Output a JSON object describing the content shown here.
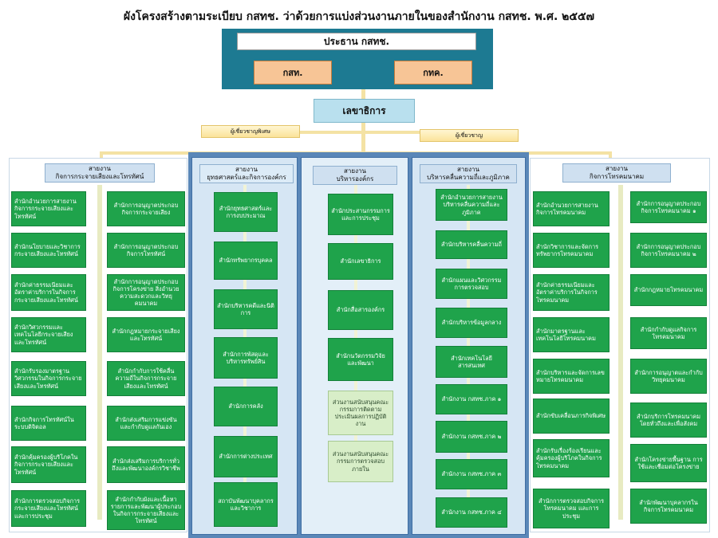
{
  "title": "ผังโครงสร้างตามระเบียบ กสทช. ว่าด้วยการแบ่งส่วนงานภายในของสำนักงาน กสทช. พ.ศ. ๒๕๕๗",
  "chairman": "ประธาน กสทช.",
  "boards": [
    "กสท.",
    "กทค."
  ],
  "secretary_general": "เลขาธิการ",
  "advisors": {
    "special": "ผู้เชี่ยวชาญพิเศษ",
    "regular": "ผู้เชี่ยวชาญ"
  },
  "colors": {
    "panel_teal": "#1d7a92",
    "board": "#f7c596",
    "office_green": "#1fa34b",
    "light_green": "#d8eec8",
    "blue_frame": "#5a87b8"
  },
  "lines": {
    "broadcasting": {
      "header": [
        "สายงาน",
        "กิจการกระจายเสียงและโทรทัศน์"
      ],
      "left": [
        "สำนักอำนวยการสายงานกิจการกระจายเสียงและโทรทัศน์",
        "สำนักนโยบายและวิชาการกระจายเสียงและโทรทัศน์",
        "สำนักค่าธรรมเนียมและอัตราค่าบริการในกิจการกระจายเสียงและโทรทัศน์",
        "สำนักวิศวกรรมและเทคโนโลยีกระจายเสียงและโทรทัศน์",
        "สำนักรับรองมาตรฐานวิศวกรรมในกิจการกระจายเสียงและโทรทัศน์",
        "สำนักกิจการโทรทัศน์ในระบบดิจิตอล",
        "สำนักคุ้มครองผู้บริโภคในกิจการกระจายเสียงและโทรทัศน์",
        "สำนักการตรวจสอบกิจการกระจายเสียงและโทรทัศน์และการประชุม"
      ],
      "right": [
        "สำนักการอนุญาตประกอบกิจการกระจายเสียง",
        "สำนักการอนุญาตประกอบกิจการโทรทัศน์",
        "สำนักการอนุญาตประกอบกิจการโครงข่าย สิ่งอำนวยความสะดวกและวิทยุคมนาคม",
        "สำนักกฎหมายกระจายเสียงและโทรทัศน์",
        "สำนักกำกับการใช้คลื่นความถี่ในกิจการกระจายเสียงและโทรทัศน์",
        "สำนักส่งเสริมการแข่งขันและกำกับดูแลกันเอง",
        "สำนักส่งเสริมการบริการทั่วถึงและพัฒนาองค์กรวิชาชีพ",
        "สำนักกำกับผังและเนื้อหารายการและพัฒนาผู้ประกอบในกิจการกระจายเสียงและโทรทัศน์"
      ]
    },
    "strategy": {
      "header": [
        "สายงาน",
        "ยุทธศาสตร์และกิจการองค์กร"
      ],
      "items": [
        "สำนักยุทธศาสตร์และการงบประมาณ",
        "สำนักทรัพยากรบุคคล",
        "สำนักบริหารคดีและนิติการ",
        "สำนักการพัสดุและบริหารทรัพย์สิน",
        "สำนักการคลัง",
        "สำนักการต่างประเทศ",
        "สถาบันพัฒนาบุคลากรและวิชาการ"
      ]
    },
    "administration": {
      "header": [
        "สายงาน",
        "บริหารองค์กร"
      ],
      "items": [
        "สำนักประสานกรรมการและการประชุม",
        "สำนักเลขาธิการ",
        "สำนักสื่อสารองค์กร",
        "สำนักนวัตกรรมวิจัยและพัฒนา"
      ],
      "support": [
        "ส่วนงานสนับสนุนคณะกรรมการติดตามประเมินผลการปฏิบัติงาน",
        "ส่วนงานสนับสนุนคณะกรรมการตรวจสอบภายใน"
      ]
    },
    "spectrum": {
      "header": [
        "สายงาน",
        "บริหารคลื่นความถี่และภูมิภาค"
      ],
      "items": [
        "สำนักอำนวยการสายงานบริหารคลื่นความถี่และภูมิภาค",
        "สำนักบริหารคลื่นความถี่",
        "สำนักแผนและวิศวกรรมการตรวจสอบ",
        "สำนักบริหารข้อมูลกลาง",
        "สำนักเทคโนโลยีสารสนเทศ",
        "สำนักงาน กสทช.ภาค ๑",
        "สำนักงาน กสทช.ภาค ๒",
        "สำนักงาน กสทช.ภาค ๓",
        "สำนักงาน กสทช.ภาค ๔"
      ]
    },
    "telecom": {
      "header": [
        "สายงาน",
        "กิจการโทรคมนาคม"
      ],
      "left": [
        "สำนักอำนวยการสายงานกิจการโทรคมนาคม",
        "สำนักวิชาการและจัดการทรัพยากรโทรคมนาคม",
        "สำนักค่าธรรมเนียมและอัตราค่าบริการในกิจการโทรคมนาคม",
        "สำนักมาตรฐานและเทคโนโลยีโทรคมนาคม",
        "สำนักบริหารและจัดการเลขหมายโทรคมนาคม",
        "สำนักขับเคลื่อนภารกิจพิเศษ",
        "สำนักรับเรื่องร้องเรียนและคุ้มครองผู้บริโภคในกิจการโทรคมนาคม",
        "สำนักการตรวจสอบกิจการโทรคมนาคม และการประชุม"
      ],
      "right": [
        "สำนักการอนุญาตประกอบกิจการโทรคมนาคม ๑",
        "สำนักการอนุญาตประกอบกิจการโทรคมนาคม ๒",
        "สำนักกฎหมายโทรคมนาคม",
        "สำนักกำกับดูแลกิจการโทรคมนาคม",
        "สำนักการอนุญาตและกำกับวิทยุคมนาคม",
        "สำนักบริการโทรคมนาคมโดยทั่วถึงและเพื่อสังคม",
        "สำนักโครงข่ายพื้นฐาน การใช้และเชื่อมต่อโครงข่าย",
        "สำนักพัฒนาบุคลากรในกิจการโทรคมนาคม"
      ]
    }
  }
}
